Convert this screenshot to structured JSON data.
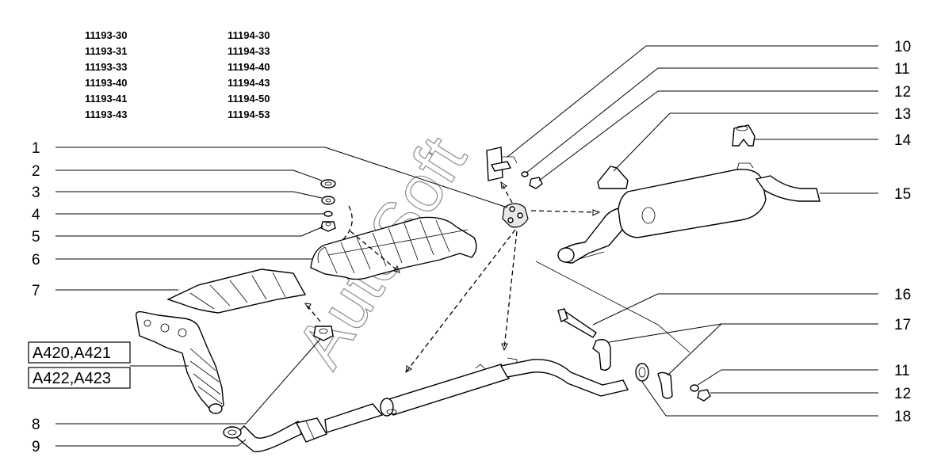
{
  "model_codes": {
    "col1": [
      "11193-30",
      "11193-31",
      "11193-33",
      "11193-40",
      "11193-41",
      "11193-43"
    ],
    "col2": [
      "11194-30",
      "11194-33",
      "11194-40",
      "11194-43",
      "11194-50",
      "11194-53"
    ]
  },
  "callouts": {
    "left": [
      "1",
      "2",
      "3",
      "4",
      "5",
      "6",
      "7",
      "8",
      "9"
    ],
    "right": [
      "10",
      "11",
      "12",
      "13",
      "14",
      "15",
      "16",
      "17",
      "11",
      "12",
      "18"
    ]
  },
  "engine_codes": [
    "A420,A421",
    "A422,A423"
  ],
  "watermark": "AutoSoft"
}
